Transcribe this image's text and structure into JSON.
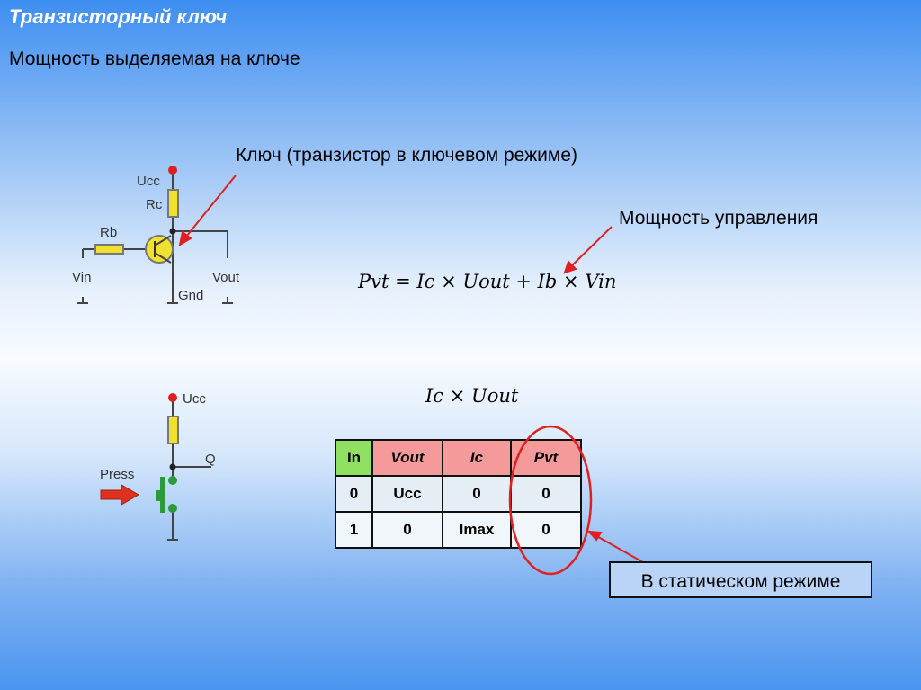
{
  "title": "Транзисторный ключ",
  "subtitle": "Мощность выделяемая на ключе",
  "key_label": "Ключ (транзистор в ключевом режиме)",
  "control_label": "Мощность управления",
  "formula": "Pvt = Ic × Uout + Ib × Vin",
  "formula2": "Ic × Uout",
  "static_label": "В статическом режиме",
  "circuit1": {
    "ucc": "Ucc",
    "rc": "Rc",
    "rb": "Rb",
    "vin": "Vin",
    "vout": "Vout",
    "gnd": "Gnd"
  },
  "circuit2": {
    "ucc": "Ucc",
    "q": "Q",
    "press": "Press"
  },
  "table": {
    "headers": [
      "In",
      "Vout",
      "Ic",
      "Pvt"
    ],
    "rows": [
      [
        "0",
        "Ucc",
        "0",
        "0"
      ],
      [
        "1",
        "0",
        "Imax",
        "0"
      ]
    ]
  }
}
